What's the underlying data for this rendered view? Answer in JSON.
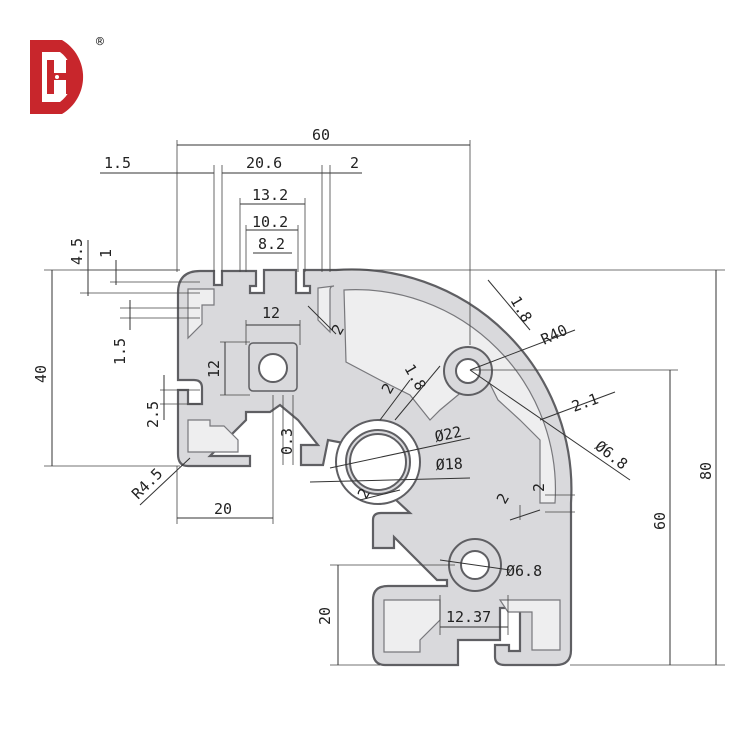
{
  "logo": {
    "letters": "HD",
    "registered_mark": "®",
    "brand_color": "#c8262c"
  },
  "colors": {
    "profile_fill": "#d9d9dc",
    "profile_stroke": "#5f5f63",
    "dimension_line": "#333333"
  },
  "dimensions": {
    "overall_top_width": "60",
    "slot_outer": "20.6",
    "wall_1_5_top": "1.5",
    "wall_2_top": "2",
    "slot_13_2": "13.2",
    "slot_10_2": "10.2",
    "slot_8_2": "8.2",
    "left_4_5": "4.5",
    "left_1": "1",
    "height_40": "40",
    "left_1_5": "1.5",
    "center_12_h": "12",
    "center_12_v": "12",
    "web_2_upper": "2",
    "left_2_5": "2.5",
    "r4_5": "R4.5",
    "width_20": "20",
    "gap_0_3": "0.3",
    "arc_1_8": "1.8",
    "r40": "R40",
    "web_2_mid": "2",
    "web_1_8_mid": "1.8",
    "dia_22": "Ø22",
    "dia_18": "Ø18",
    "wall_2_1": "2.1",
    "hole_6_8_upper": "Ø6.8",
    "web_2_lower_left": "2",
    "web_2_lower": "2",
    "web_2_right": "2",
    "hole_6_8_lower": "Ø6.8",
    "height_80": "80",
    "height_60": "60",
    "height_20": "20",
    "bottom_12_37": "12.37"
  }
}
